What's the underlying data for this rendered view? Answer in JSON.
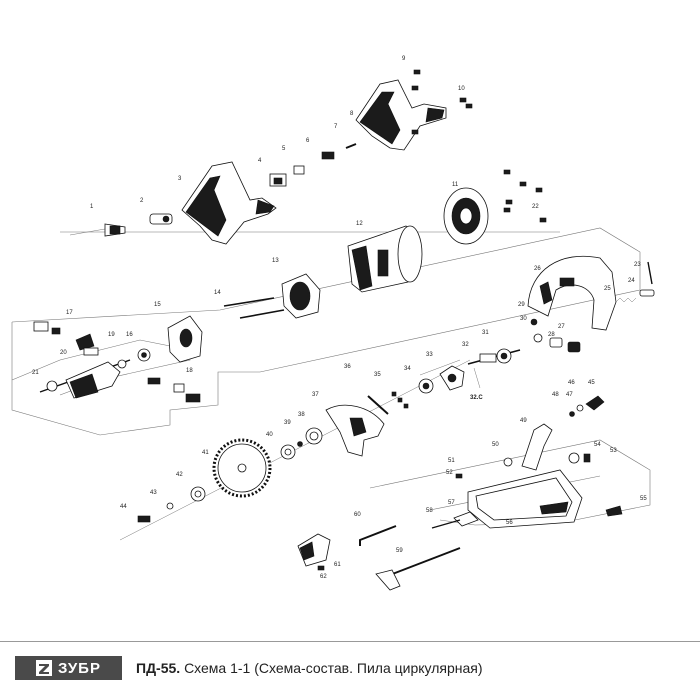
{
  "diagram": {
    "part_numbers": [
      "1",
      "2",
      "3",
      "4",
      "5",
      "6",
      "7",
      "8",
      "9",
      "10",
      "11",
      "12",
      "13",
      "14",
      "15",
      "16",
      "17",
      "18",
      "19",
      "20",
      "21",
      "22",
      "23",
      "24",
      "25",
      "26",
      "27",
      "28",
      "29",
      "30",
      "31",
      "32",
      "33",
      "34",
      "35",
      "36",
      "37",
      "38",
      "39",
      "40",
      "41",
      "42",
      "43",
      "44",
      "45",
      "46",
      "47",
      "48",
      "49",
      "50",
      "51",
      "52",
      "53",
      "54",
      "55",
      "56",
      "57",
      "58",
      "59",
      "60",
      "61",
      "62"
    ],
    "callout": "32.C"
  },
  "footer": {
    "logo_text": "ЗУБР",
    "model": "ПД-55.",
    "caption": "Схема 1-1 (Схема-состав. Пила циркулярная)"
  },
  "colors": {
    "logo_bg": "#4a4a4a",
    "line": "#777777",
    "ink": "#111111"
  }
}
